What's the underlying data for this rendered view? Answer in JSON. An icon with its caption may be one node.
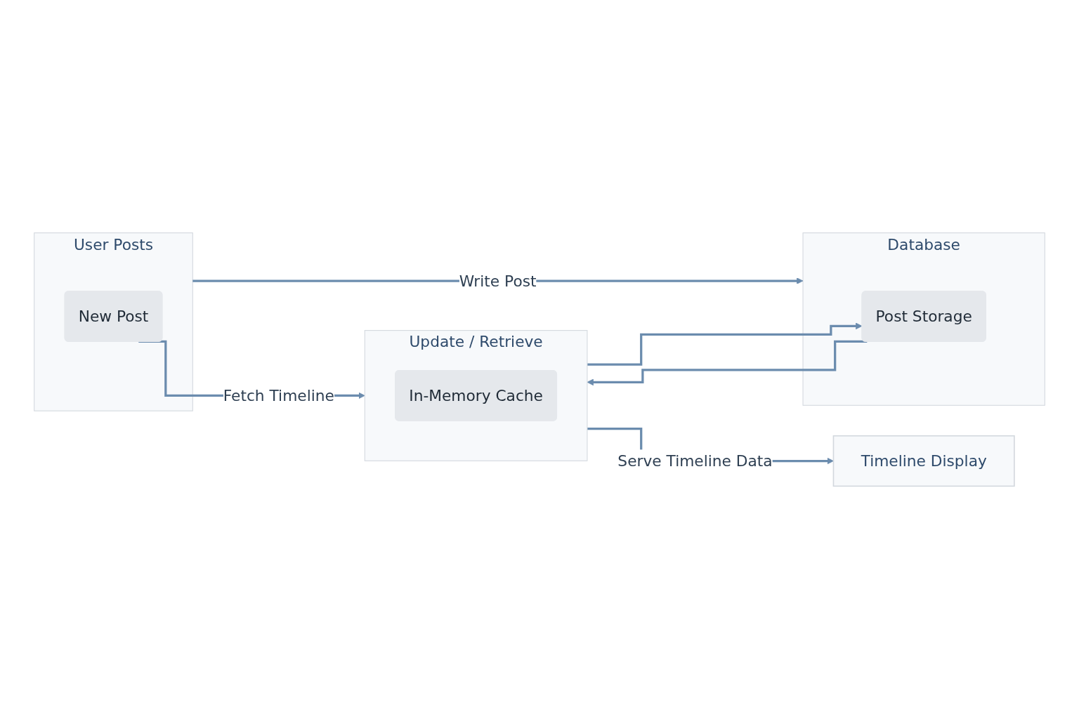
{
  "diagram": {
    "nodes": [
      {
        "text": [
          "User Posts"
        ]
      },
      {
        "text": [
          "New Post"
        ],
        "in": 0
      },
      {
        "text": [
          "Database"
        ]
      },
      {
        "text": [
          "Post Storage"
        ],
        "in": 2
      },
      {
        "text": [
          "Update / Retrieve"
        ]
      },
      {
        "text": [
          "In-Memory Cache"
        ],
        "in": 4
      },
      {
        "text": [
          "Timeline Display"
        ]
      }
    ],
    "edges": [
      {
        "from": 0,
        "to": 2,
        "arrow": "to",
        "label": "Write Post"
      },
      {
        "from": 1,
        "to": 4,
        "arrow": "to",
        "label": "Fetch Timeline"
      },
      {
        "from": 4,
        "to": 3,
        "arrow": "to"
      },
      {
        "from": 3,
        "to": 4,
        "arrow": "to"
      },
      {
        "from": 4,
        "to": 6,
        "arrow": "to",
        "label": "Serve Timeline Data"
      }
    ]
  }
}
